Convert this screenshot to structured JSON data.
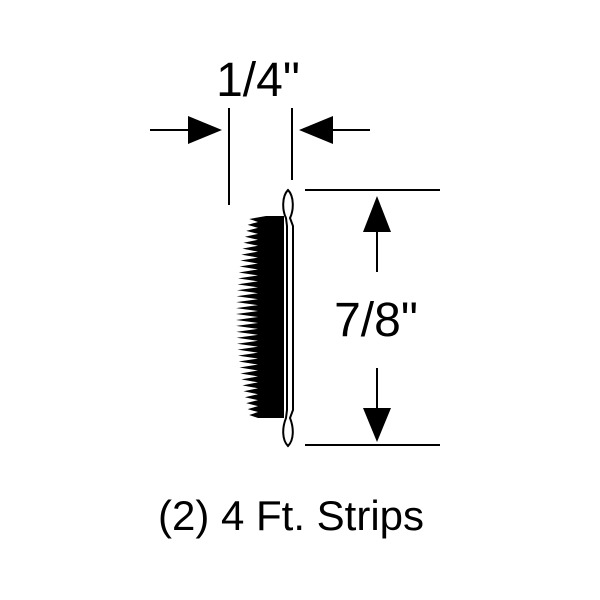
{
  "diagram": {
    "width_label": "1/4\"",
    "height_label": "7/8\"",
    "caption": "(2) 4 Ft. Strips",
    "colors": {
      "ink": "#000000",
      "background": "#ffffff"
    }
  }
}
